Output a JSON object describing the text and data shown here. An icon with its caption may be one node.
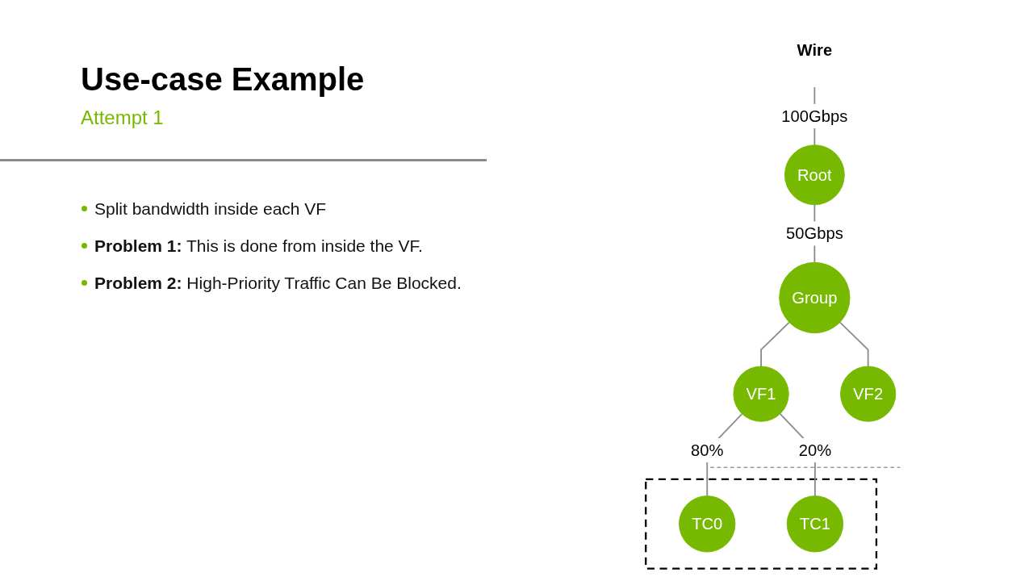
{
  "diagram": {
    "title": "Use-case Example",
    "nodes": [
      {
        "text": [
          "Wire"
        ]
      },
      {
        "text": [
          "Root"
        ]
      },
      {
        "text": [
          "Group"
        ]
      },
      {
        "text": [
          "VF1"
        ]
      },
      {
        "text": [
          "VF2"
        ]
      },
      {
        "text": [],
        "shape": "box"
      },
      {
        "text": [
          "TC0"
        ],
        "in": 5
      },
      {
        "text": [
          "TC1"
        ],
        "in": 5
      }
    ],
    "edges": [
      {
        "from": 0,
        "to": 1,
        "arrow": "none",
        "label": "100Gbps"
      },
      {
        "from": 1,
        "to": 2,
        "arrow": "none",
        "label": "50Gbps"
      },
      {
        "from": 2,
        "to": 3,
        "arrow": "none"
      },
      {
        "from": 2,
        "to": 4,
        "arrow": "none"
      },
      {
        "from": 3,
        "to": 6,
        "arrow": "none",
        "label": "80%"
      },
      {
        "from": 3,
        "to": 7,
        "arrow": "none",
        "label": "20%"
      }
    ],
    "labels": [
      "Attempt 1",
      "Split bandwidth inside each VF",
      "**Problem 1:** This is done from inside the VF.",
      "**Problem 2:** High-Priority Traffic Can Be Blocked."
    ]
  }
}
